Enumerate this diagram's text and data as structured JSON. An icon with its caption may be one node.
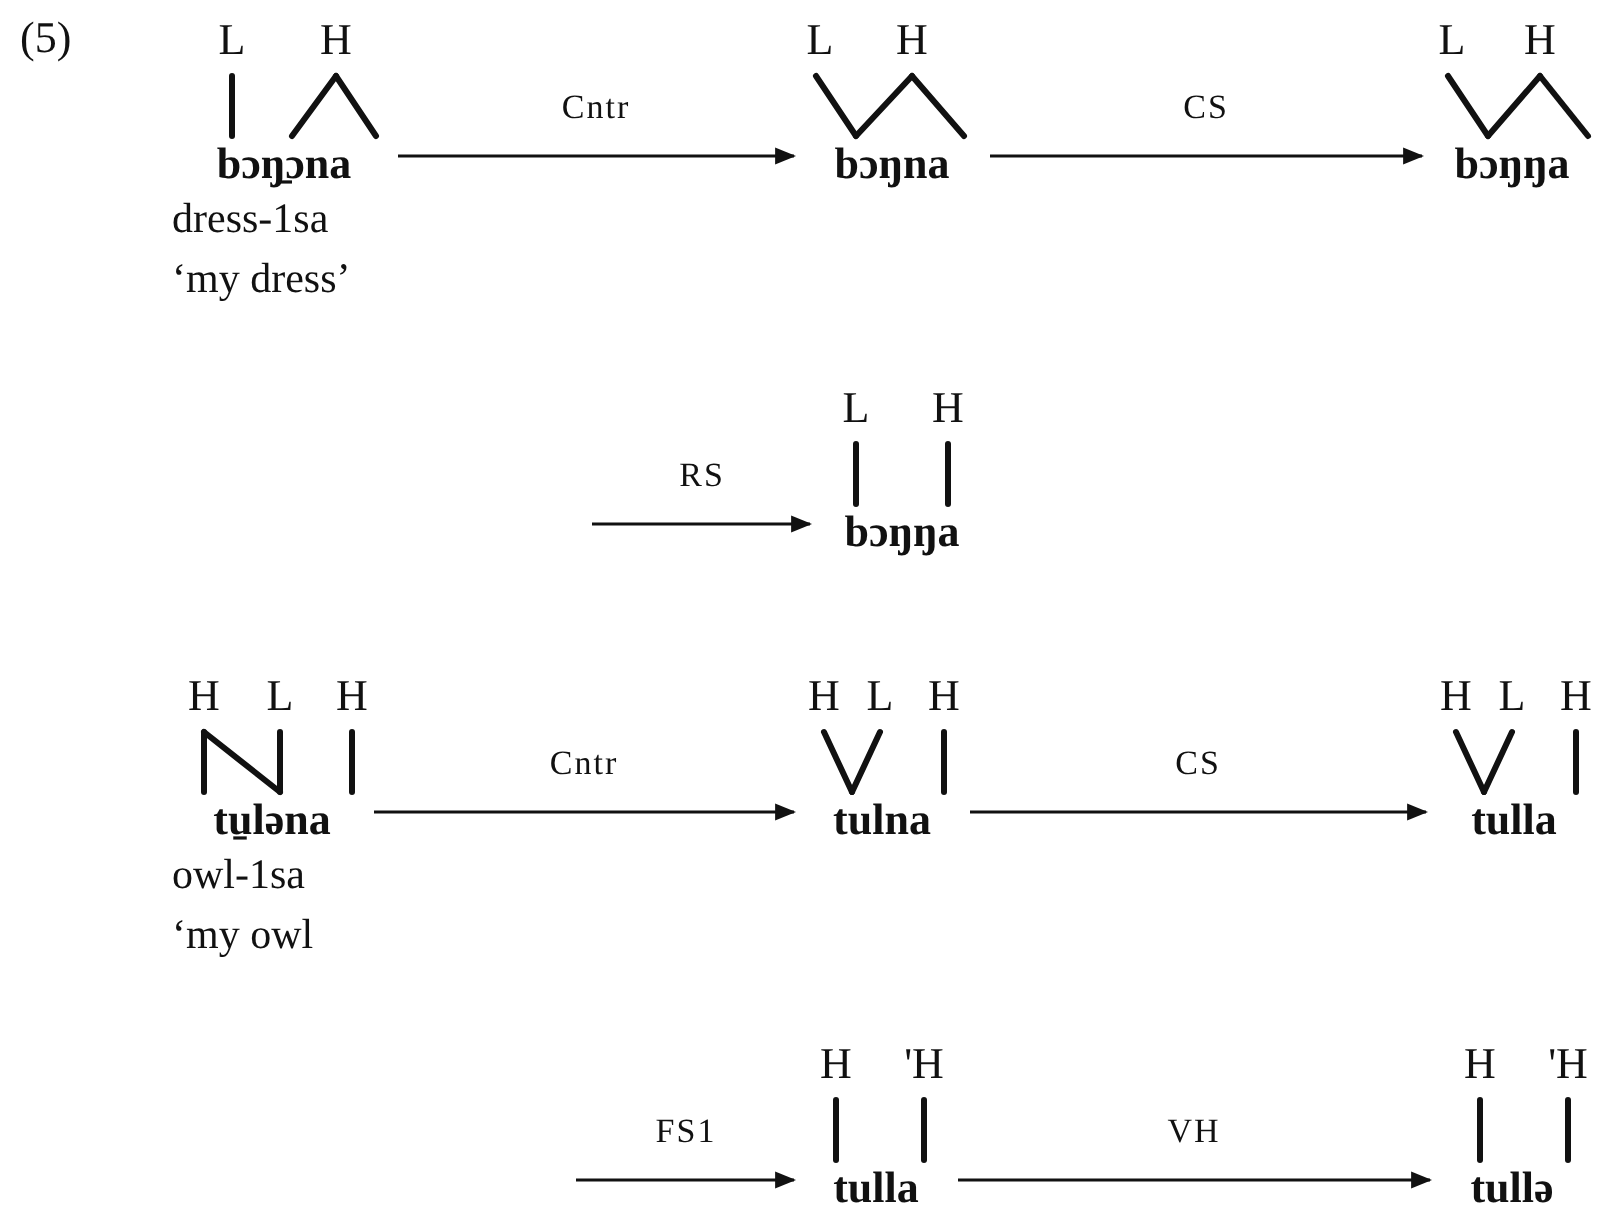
{
  "diagram": {
    "nodes": [
      {
        "text": [
          "L",
          "H",
          "bɔŋ̱ɔna"
        ],
        "beside": [
          "dress-1sa",
          "‘my dress’"
        ]
      },
      {
        "text": [
          "L",
          "H",
          "bɔŋna"
        ]
      },
      {
        "text": [
          "L",
          "H",
          "bɔŋŋa"
        ]
      },
      {
        "text": [
          "L",
          "H",
          "bɔŋŋa"
        ]
      },
      {
        "text": [
          "H",
          "L",
          "H",
          "tu̱ləna"
        ],
        "beside": [
          "owl-1sa",
          "‘my owl"
        ]
      },
      {
        "text": [
          "H",
          "L",
          "H",
          "tulna"
        ]
      },
      {
        "text": [
          "H",
          "L",
          "H",
          "tulla"
        ]
      },
      {
        "text": [
          "H",
          "'H",
          "tulla"
        ]
      },
      {
        "text": [
          "H",
          "'H",
          "tullə"
        ]
      }
    ],
    "edges": [
      {
        "from": 0,
        "to": 1,
        "arrow": "to",
        "label": "Cntr"
      },
      {
        "from": 1,
        "to": 2,
        "arrow": "to",
        "label": "CS"
      },
      {
        "from": null,
        "to": 3,
        "arrow": "to",
        "label": "RS"
      },
      {
        "from": 4,
        "to": 5,
        "arrow": "to",
        "label": "Cntr"
      },
      {
        "from": 5,
        "to": 6,
        "arrow": "to",
        "label": "CS"
      },
      {
        "from": null,
        "to": 7,
        "arrow": "to",
        "label": "FS1"
      },
      {
        "from": 7,
        "to": 8,
        "arrow": "to",
        "label": "VH"
      }
    ],
    "labels": [
      "(5)"
    ]
  }
}
